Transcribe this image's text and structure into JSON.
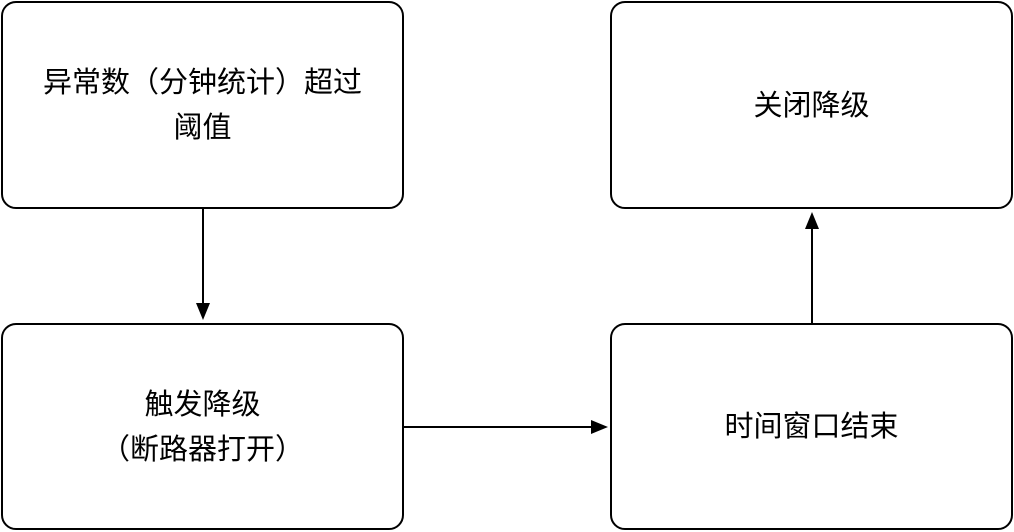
{
  "diagram": {
    "nodes": {
      "threshold": "异常数（分钟统计）超过\n阈值",
      "trigger": "触发降级\n（断路器打开）",
      "window": "时间窗口结束",
      "close": "关闭降级"
    },
    "edges": [
      {
        "from": "threshold",
        "to": "trigger"
      },
      {
        "from": "trigger",
        "to": "window"
      },
      {
        "from": "window",
        "to": "close"
      }
    ],
    "colors": {
      "stroke": "#000000",
      "fill": "#ffffff",
      "text": "#000000"
    }
  }
}
